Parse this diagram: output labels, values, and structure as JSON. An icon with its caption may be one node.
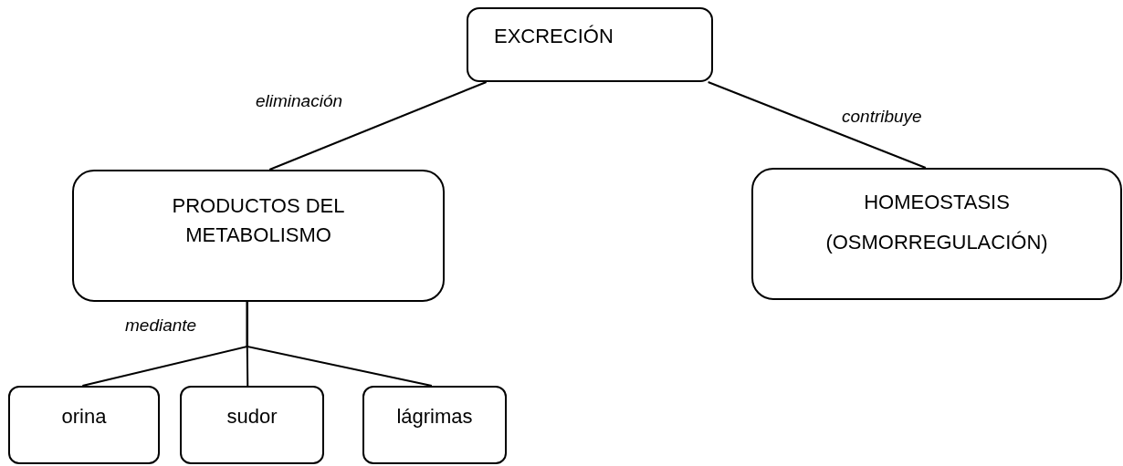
{
  "diagram": {
    "nodes": [
      {
        "text": [
          "EXCRECIÓN"
        ]
      },
      {
        "text": [
          "PRODUCTOS DEL METABOLISMO"
        ]
      },
      {
        "text": [
          "HOMEOSTASIS",
          "(OSMORREGULACIÓN)"
        ]
      },
      {
        "text": [
          "orina"
        ]
      },
      {
        "text": [
          "sudor"
        ]
      },
      {
        "text": [
          "lágrimas"
        ]
      }
    ],
    "edges": [
      {
        "from": 0,
        "to": 1,
        "arrow": "none",
        "label": "eliminación"
      },
      {
        "from": 0,
        "to": 2,
        "arrow": "none",
        "label": "contribuye"
      },
      {
        "from": 1,
        "to": 3,
        "arrow": "none",
        "label": "mediante"
      },
      {
        "from": 1,
        "to": 4,
        "arrow": "none"
      },
      {
        "from": 1,
        "to": 5,
        "arrow": "none"
      }
    ]
  }
}
